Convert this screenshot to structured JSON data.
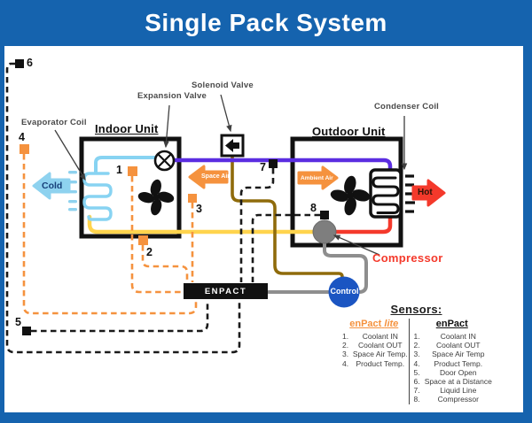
{
  "header": {
    "title": "Single Pack System"
  },
  "colors": {
    "frame_blue": "#1563AE",
    "orange": "#F5923E",
    "light_blue": "#87D3F2",
    "purple": "#5B2DE1",
    "brown": "#8F6B0B",
    "yellow": "#FFD44D",
    "red": "#F4392B",
    "gray_line": "#8E8E8E",
    "control_blue": "#1B55C2",
    "compressor_gray": "#7E7E7E"
  },
  "diagram": {
    "units": {
      "indoor": "Indoor Unit",
      "outdoor": "Outdoor Unit"
    },
    "components": {
      "evaporator_coil": "Evaporator Coil",
      "expansion_valve": "Expansion Valve",
      "solenoid_valve": "Solenoid Valve",
      "condenser_coil": "Condenser Coil",
      "compressor": "Compressor",
      "enpact": "ENPACT",
      "control": "Control"
    },
    "airflow": {
      "cold": "Cold",
      "hot": "Hot",
      "space_air": "Space Air",
      "ambient_air": "Ambient Air"
    },
    "sensor_markers": [
      "1",
      "2",
      "3",
      "4",
      "5",
      "6",
      "7",
      "8"
    ]
  },
  "legend": {
    "title": "Sensors:",
    "lite": {
      "name": "enPact",
      "suffix": "lite",
      "items": [
        {
          "n": "1.",
          "label": "Coolant IN"
        },
        {
          "n": "2.",
          "label": "Coolant OUT"
        },
        {
          "n": "3.",
          "label": "Space Air Temp."
        },
        {
          "n": "4.",
          "label": "Product Temp."
        }
      ]
    },
    "full": {
      "name": "enPact",
      "items": [
        {
          "n": "1.",
          "label": "Coolant IN"
        },
        {
          "n": "2.",
          "label": "Coolant OUT"
        },
        {
          "n": "3.",
          "label": "Space Air Temp"
        },
        {
          "n": "4.",
          "label": "Product Temp."
        },
        {
          "n": "5.",
          "label": "Door Open"
        },
        {
          "n": "6.",
          "label": "Space at a Distance"
        },
        {
          "n": "7.",
          "label": "Liquid Line"
        },
        {
          "n": "8.",
          "label": "Compressor"
        }
      ]
    }
  }
}
